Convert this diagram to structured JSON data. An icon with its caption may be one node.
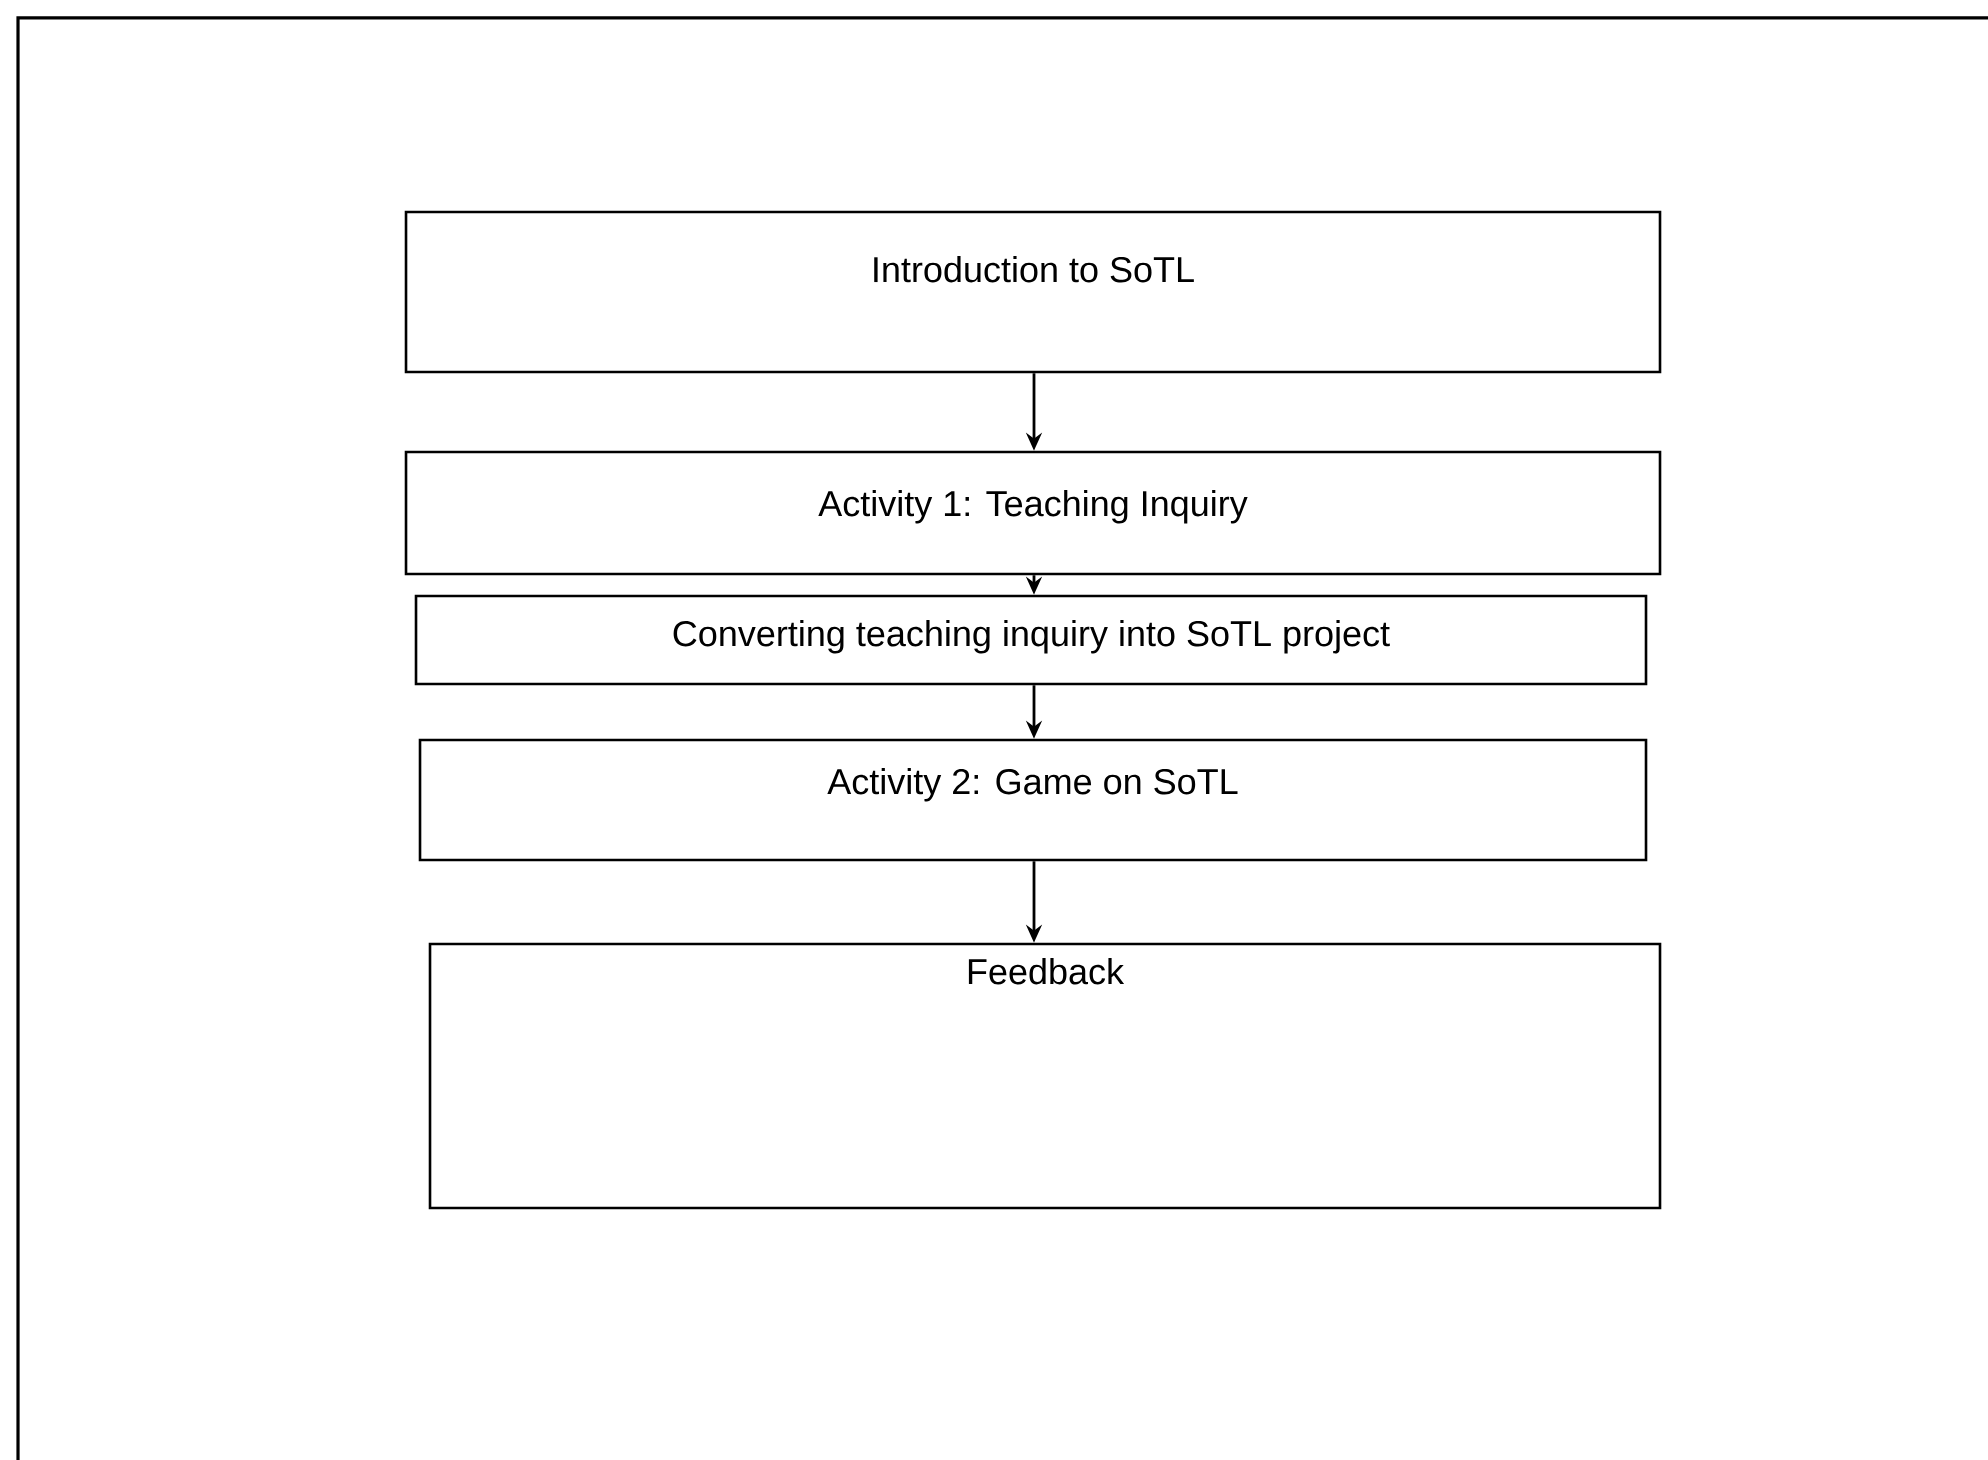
{
  "diagram": {
    "nodes": [
      {
        "text": [
          "Introduction to SoTL"
        ]
      },
      {
        "text": [
          "Activity 1: Teaching Inquiry"
        ]
      },
      {
        "text": [
          "Converting teaching inquiry into SoTL project"
        ]
      },
      {
        "text": [
          "Activity 2: Game on SoTL"
        ]
      },
      {
        "text": [
          "Feedback"
        ]
      }
    ],
    "edges": [
      {
        "from": 0,
        "to": 1,
        "arrow": "to"
      },
      {
        "from": 1,
        "to": 2,
        "arrow": "to"
      },
      {
        "from": 2,
        "to": 3,
        "arrow": "to"
      },
      {
        "from": 3,
        "to": 4,
        "arrow": "to"
      }
    ]
  }
}
